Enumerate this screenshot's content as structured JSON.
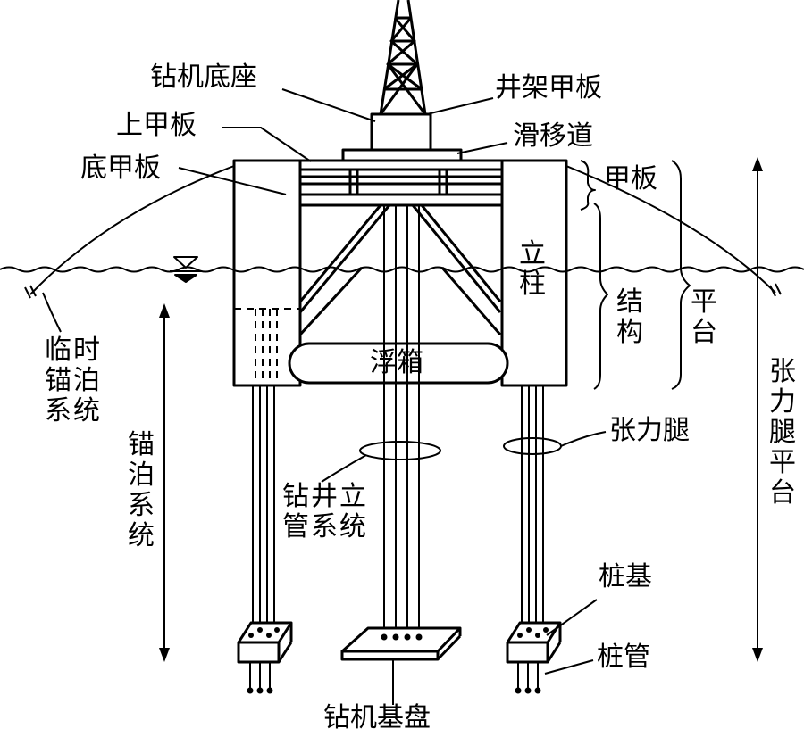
{
  "labels": {
    "drill_base": "钻机底座",
    "derrick_deck": "井架甲板",
    "upper_deck": "上甲板",
    "skid_way": "滑移道",
    "bottom_deck": "底甲板",
    "deck": "甲板",
    "column": "立柱",
    "structure": "结构",
    "platform": "平台",
    "pontoon": "浮箱",
    "temp_mooring": "临时锚泊系统",
    "mooring_system": "锚泊系统",
    "tension_leg": "张力腿",
    "tlp": "张力腿平台",
    "riser_system": "钻井立管系统",
    "pile_foundation": "桩基",
    "pile_pipe": "桩管",
    "drill_template": "钻机基盘"
  },
  "colors": {
    "ink": "#000000",
    "background": "#ffffff"
  }
}
